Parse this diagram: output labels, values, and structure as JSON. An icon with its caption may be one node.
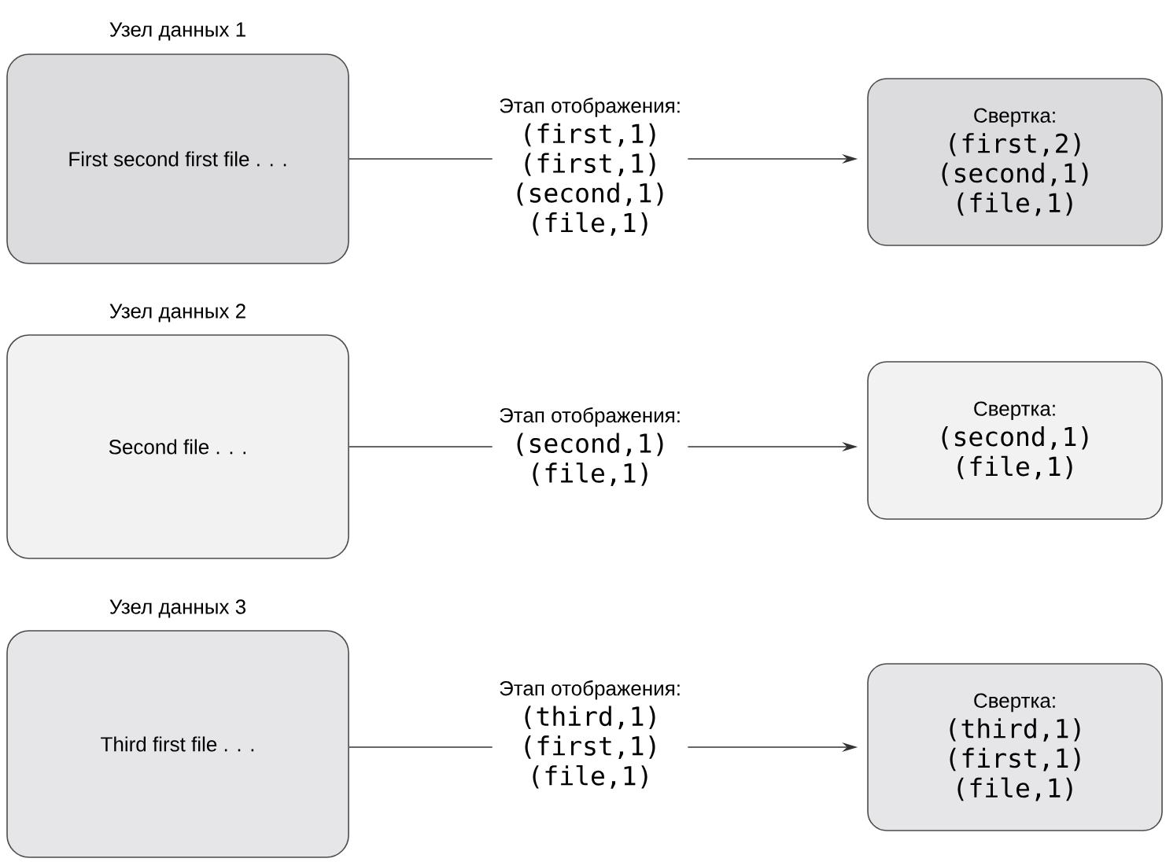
{
  "diagram": {
    "nodes": [
      {
        "text": [
          "Узел данных 1",
          "First second first file . . ."
        ]
      },
      {
        "text": [
          "Этап отображения:",
          "(first,1)",
          "(first,1)",
          "(second,1)",
          "(file,1)"
        ]
      },
      {
        "text": [
          "Свертка:",
          "(first,2)",
          "(second,1)",
          "(file,1)"
        ]
      },
      {
        "text": [
          "Узел данных 2",
          "Second file . . ."
        ]
      },
      {
        "text": [
          "Этап отображения:",
          "(second,1)",
          "(file,1)"
        ]
      },
      {
        "text": [
          "Свертка:",
          "(second,1)",
          "(file,1)"
        ]
      },
      {
        "text": [
          "Узел данных 3",
          "Third first file . . ."
        ]
      },
      {
        "text": [
          "Этап отображения:",
          "(third,1)",
          "(first,1)",
          "(file,1)"
        ]
      },
      {
        "text": [
          "Свертка:",
          "(third,1)",
          "(first,1)",
          "(file,1)"
        ]
      }
    ],
    "edges": [
      {
        "from": 0,
        "to": 1,
        "arrow": "none"
      },
      {
        "from": 1,
        "to": 2,
        "arrow": "to"
      },
      {
        "from": 3,
        "to": 4,
        "arrow": "none"
      },
      {
        "from": 4,
        "to": 5,
        "arrow": "to"
      },
      {
        "from": 6,
        "to": 7,
        "arrow": "none"
      },
      {
        "from": 7,
        "to": 8,
        "arrow": "to"
      }
    ]
  }
}
